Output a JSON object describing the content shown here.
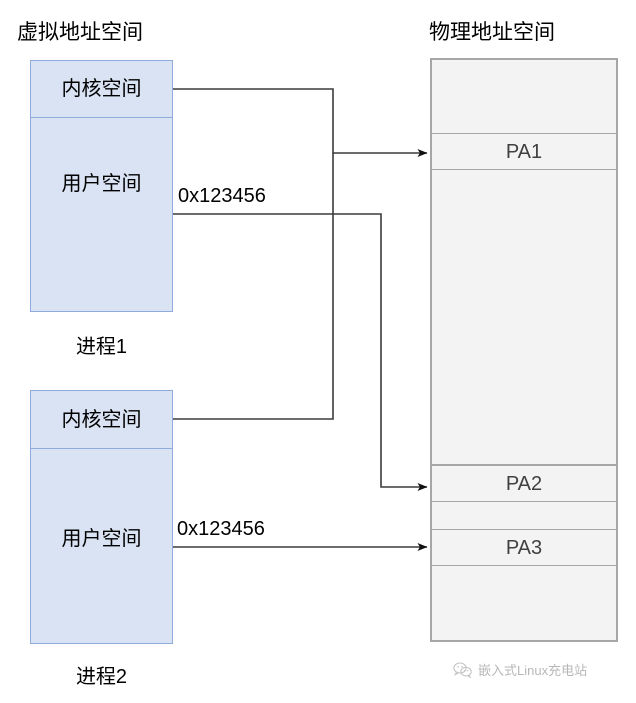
{
  "titles": {
    "virtual": "虚拟地址空间",
    "physical": "物理地址空间"
  },
  "processes": [
    {
      "caption": "进程1",
      "kernel_label": "内核空间",
      "user_label": "用户空间",
      "address": "0x123456"
    },
    {
      "caption": "进程2",
      "kernel_label": "内核空间",
      "user_label": "用户空间",
      "address": "0x123456"
    }
  ],
  "physical_bands": [
    {
      "label": "PA1"
    },
    {
      "label": "PA2"
    },
    {
      "label": "PA3"
    }
  ],
  "watermark": {
    "text": "嵌入式Linux充电站",
    "icon": "wechat-icon"
  },
  "colors": {
    "virtual_fill": "#dae3f3",
    "virtual_stroke": "#8faadc",
    "physical_fill": "#f3f3f3",
    "physical_stroke": "#a6a6a6",
    "pa_text": "#404040",
    "connector": "#3b3b3b",
    "background": "#ffffff"
  },
  "connectors": [
    {
      "from": "process-1-kernel",
      "to": "PA1"
    },
    {
      "from": "process-2-kernel",
      "to": "PA1"
    },
    {
      "from": "process-1-user",
      "to": "PA2"
    },
    {
      "from": "process-2-user",
      "to": "PA3"
    }
  ]
}
